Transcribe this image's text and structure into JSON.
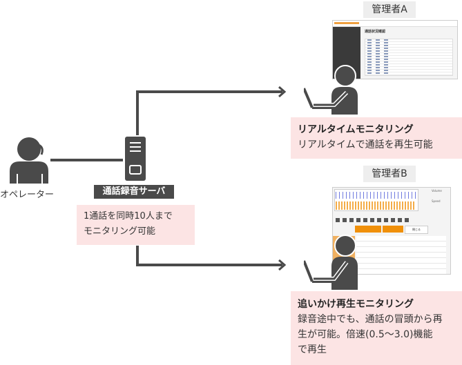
{
  "operator": {
    "label": "オペレーター"
  },
  "server": {
    "label": "通話録音サーバ",
    "note_lines": [
      "1通話を同時10人まで",
      "モニタリング可能"
    ]
  },
  "manager_a": {
    "label": "管理者A",
    "feature_title": "リアルタイムモニタリング",
    "feature_desc": "リアルタイムで通話を再生可能",
    "screen_title": "通話状況確認"
  },
  "manager_b": {
    "label": "管理者B",
    "feature_title": "追いかけ再生モニタリング",
    "feature_desc_lines": [
      "録音途中でも、通話の冒頭から再",
      "生が可能。倍速(0.5〜3.0)機能",
      "で再生"
    ],
    "screen_labels": {
      "volume": "Volume",
      "speed": "Speed",
      "close": "閉じる"
    }
  },
  "colors": {
    "dark": "#4a4a4a",
    "pink": "#fce4e4",
    "orange": "#f0900a",
    "blue": "#2f3fd0"
  }
}
